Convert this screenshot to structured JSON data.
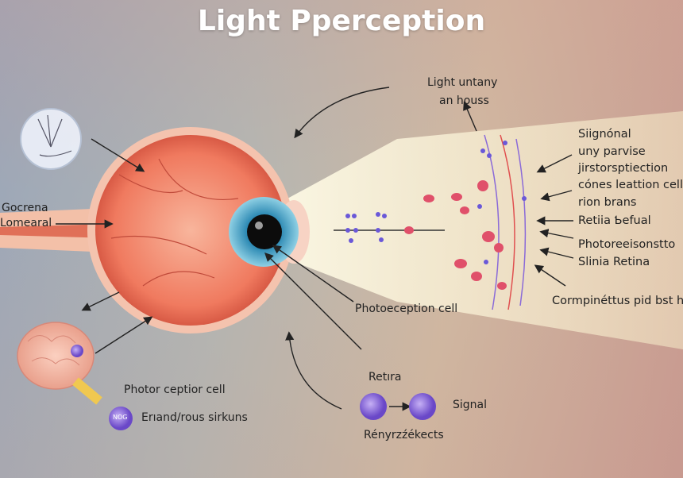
{
  "title": "Light Pperception",
  "labels": {
    "top_center": [
      "Light untany",
      "an houss"
    ],
    "left": [
      "Gocrena",
      "Lomearal"
    ],
    "right": [
      "Siignónal",
      "uny parvise",
      "jirstorsptiection",
      "cónes leattion cell",
      "rion brans",
      "Retiia Ƅefual",
      "Photoreeisonstto",
      "Slinia Retina",
      "Cormpinéttus pid bst hour"
    ],
    "photoreception_cell": "Photoeception cell",
    "photor_ception_cell": "Photor ceptior cell",
    "erand_rous": "Erıand/rous sirkuns",
    "bubble_text": "NOG",
    "retira": "Retıra",
    "signal": "Signal",
    "renyrz": "Rényrzźékects"
  },
  "colors": {
    "iris": "#4aa3c8",
    "eye": "#f08a70",
    "cell": "#8a6ad8"
  }
}
